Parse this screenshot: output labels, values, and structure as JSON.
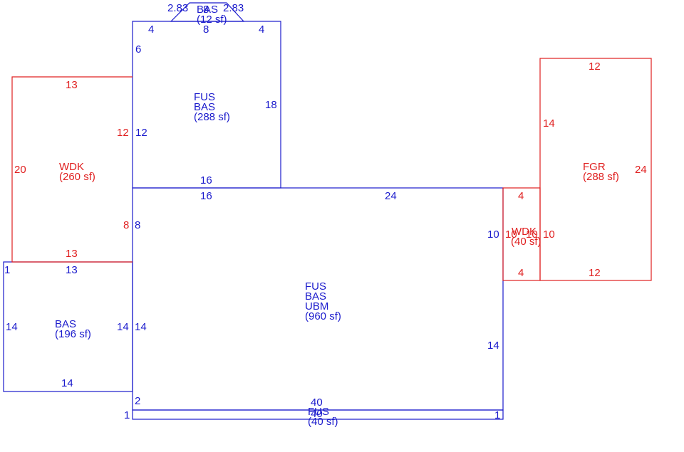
{
  "colors": {
    "main": "#1a1acc",
    "addition": "#e02020"
  },
  "areas": {
    "top_bump": {
      "l1": "BAS",
      "l2": "(12 sf)"
    },
    "upper": {
      "l1": "FUS",
      "l2": "BAS",
      "l3": "(288 sf)"
    },
    "left_deck": {
      "l1": "WDK",
      "l2": "(260 sf)"
    },
    "main": {
      "l1": "FUS",
      "l2": "BAS",
      "l3": "UBM",
      "l4": "(960 sf)"
    },
    "left_bas": {
      "l1": "BAS",
      "l2": "(196 sf)"
    },
    "bottom_strip": {
      "l1": "FUS",
      "l2": "(40 sf)"
    },
    "small_deck": {
      "l1": "WDK",
      "l2": "(40 sf)"
    },
    "garage": {
      "l1": "FGR",
      "l2": "(288 sf)"
    }
  },
  "dims": {
    "bump_left": "2.83",
    "bump_right": "2.83",
    "bump_8": "8",
    "upper_top_left": "4",
    "upper_top_mid": "8",
    "upper_top_right": "4",
    "upper_left_6": "6",
    "upper_left_12": "12",
    "upper_right": "18",
    "upper_bottom": "16",
    "main_top_16": "16",
    "main_top_24": "24",
    "main_left_8": "8",
    "main_left_14": "14",
    "main_right_10": "10",
    "main_right_14": "14",
    "main_left_2": "2",
    "main_bottom": "40",
    "strip_left": "1",
    "strip_right": "1",
    "strip_bottom": "40",
    "deck_top": "13",
    "deck_left": "20",
    "deck_right_12": "12",
    "deck_right_8": "8",
    "deck_bottom": "13",
    "bas_top": "13",
    "bas_left_1": "1",
    "bas_left": "14",
    "bas_right": "14",
    "bas_bottom": "14",
    "sdeck_top": "4",
    "sdeck_bottom": "4",
    "sdeck_left": "10",
    "sdeck_right": "10",
    "gar_top": "12",
    "gar_left": "14",
    "gar_right": "24",
    "gar_bottom": "12",
    "gar_side": "10"
  }
}
